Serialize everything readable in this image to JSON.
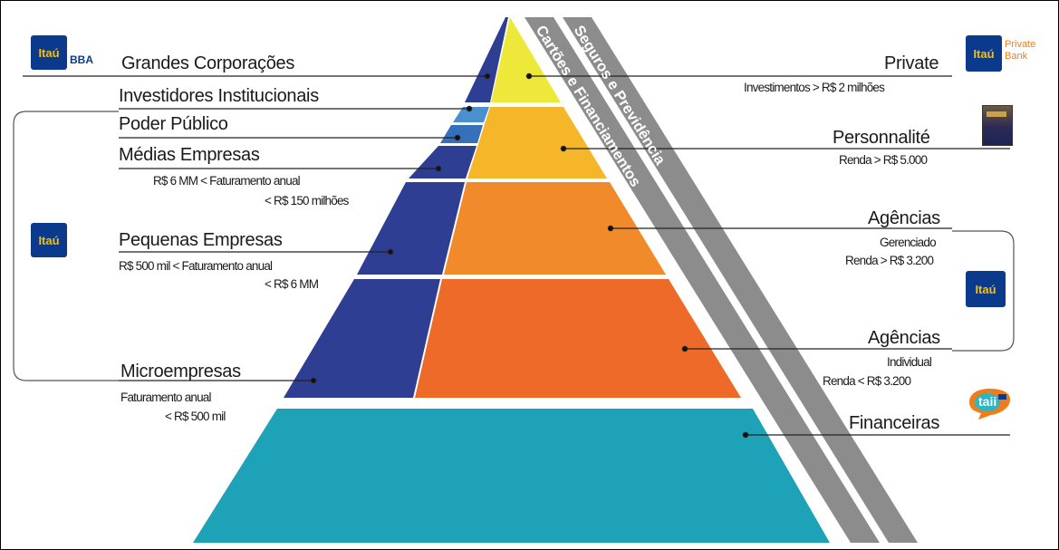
{
  "left": {
    "grandes": "Grandes Corporações",
    "investidores": "Investidores Institucionais",
    "poder": "Poder Público",
    "medias": "Médias Empresas",
    "medias_sub1": "R$ 6  MM < Faturamento anual",
    "medias_sub2": "< R$ 150 milhões",
    "pequenas": "Pequenas Empresas",
    "pequenas_sub1": "R$ 500 mil < Faturamento anual",
    "pequenas_sub2": "< R$ 6 MM",
    "micro": "Microempresas",
    "micro_sub1": "Faturamento anual",
    "micro_sub2": "< R$ 500 mil"
  },
  "right": {
    "private": "Private",
    "private_sub": "Investimentos > R$ 2 milhões",
    "personnalite": "Personnalité",
    "personnalite_sub": "Renda > R$ 5.000",
    "agencias1": "Agências",
    "agencias1_sub1": "Gerenciado",
    "agencias1_sub2": "Renda > R$ 3.200",
    "agencias2": "Agências",
    "agencias2_sub1": "Individual",
    "agencias2_sub2": "Renda < R$ 3.200",
    "financeiras": "Financeiras"
  },
  "bands": {
    "cartoes": "Cartões e Financiamentos",
    "seguros": "Seguros e Previdência"
  },
  "logos": {
    "itau": "Itaú",
    "bba": "BBA",
    "private_bank_1": "Private",
    "private_bank_2": "Bank",
    "taii": "taii"
  },
  "colors": {
    "navy": "#2e3f93",
    "light_blue_1": "#4a8fd0",
    "light_blue_2": "#3570bb",
    "yellow": "#ede83a",
    "gold": "#f6b62a",
    "orange": "#f08a2a",
    "dark_orange": "#ee6a28",
    "teal": "#1ea2b8",
    "gray_band": "#8c8c8c",
    "itau_blue": "#0b3a8c",
    "itau_yellow": "#f6c200",
    "taii_orange": "#f07d1a",
    "taii_teal": "#2bb6c4"
  }
}
